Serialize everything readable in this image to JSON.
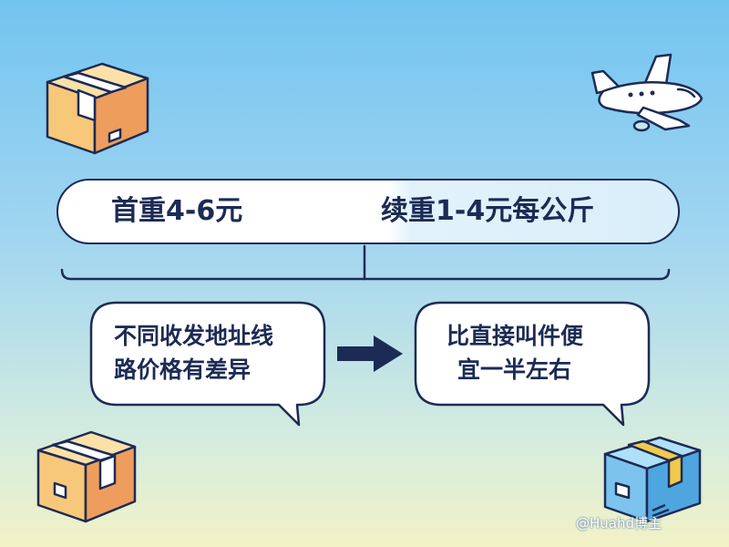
{
  "price_bar": {
    "first_weight": "首重4-6元",
    "additional_weight": "续重1-4元每公斤"
  },
  "bubble_left": {
    "line1": "不同收发地址线",
    "line2": "路价格有差异"
  },
  "bubble_right": {
    "line1": "比直接叫件便",
    "line2": "宜一半左右"
  },
  "watermark": "@Huahd博主",
  "colors": {
    "outline": "#1c2b55",
    "box_orange": "#f5c87a",
    "box_blue": "#7cc3ee",
    "tape_yellow": "#f2c94c"
  },
  "icons": [
    "package-icon",
    "airplane-icon",
    "arrow-right-icon"
  ]
}
